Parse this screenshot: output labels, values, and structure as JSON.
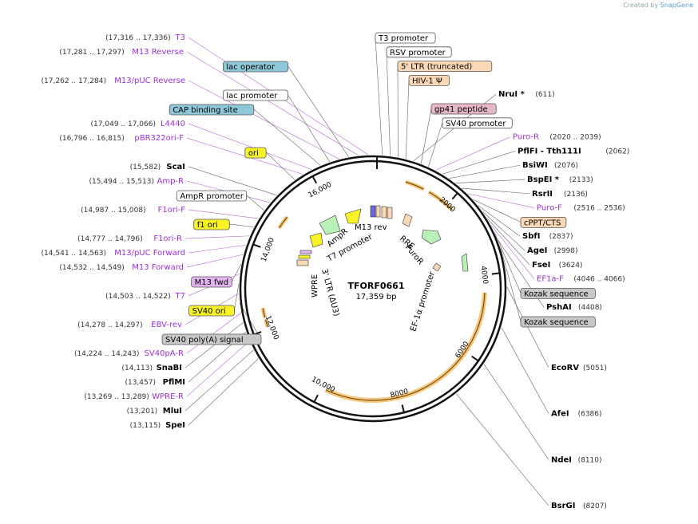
{
  "credit": {
    "prefix": "Created by",
    "brand": "SnapGene"
  },
  "plasmid": {
    "name": "TFORF0661",
    "size": "17,359 bp",
    "length": 17359
  },
  "colors": {
    "feature": "#9b30d9",
    "line_feature": "#c07ad8",
    "line_enzyme": "#777777",
    "promoter_box": "#ffffff",
    "lac_operator": "#8ec7d8",
    "misc_tan": "#fbd8b5",
    "gp41": "#e6b8c6",
    "ori": "#f7f326",
    "m13fwd": "#e2b5f0",
    "kozak": "#c8c8c8",
    "backbone": "#111111",
    "orange_arc": "#f5c77a"
  },
  "ticks": [
    "2000",
    "4000",
    "6000",
    "8000",
    "10,000",
    "12,000",
    "14,000",
    "16,000"
  ],
  "inner_labels": [
    "M13 rev",
    "RRE",
    "PuroR",
    "EF-1α promoter",
    "WPRE",
    "3' LTR (ΔU3)",
    "T7 promoter",
    "AmpR"
  ],
  "left_labels": [
    {
      "kind": "feature",
      "name": "T3",
      "coord": "(17,316 .. 17,336)"
    },
    {
      "kind": "feature",
      "name": "M13 Reverse",
      "coord": "(17,281 .. 17,297)"
    },
    {
      "kind": "box",
      "name": "lac operator",
      "style": "lac_operator"
    },
    {
      "kind": "feature",
      "name": "M13/pUC Reverse",
      "coord": "(17,262 .. 17,284)"
    },
    {
      "kind": "box",
      "name": "lac promoter",
      "style": "promoter_box"
    },
    {
      "kind": "box",
      "name": "CAP binding site",
      "style": "lac_operator"
    },
    {
      "kind": "feature",
      "name": "L4440",
      "coord": "(17,049 .. 17,066)"
    },
    {
      "kind": "feature",
      "name": "pBR322ori-F",
      "coord": "(16,796 .. 16,815)"
    },
    {
      "kind": "box",
      "name": "ori",
      "style": "ori"
    },
    {
      "kind": "enzyme",
      "name": "ScaI",
      "coord": "(15,582)"
    },
    {
      "kind": "feature",
      "name": "Amp-R",
      "coord": "(15,494 .. 15,513)"
    },
    {
      "kind": "box",
      "name": "AmpR promoter",
      "style": "promoter_box"
    },
    {
      "kind": "feature",
      "name": "F1ori-F",
      "coord": "(14,987 .. 15,008)"
    },
    {
      "kind": "box",
      "name": "f1 ori",
      "style": "ori"
    },
    {
      "kind": "feature",
      "name": "F1ori-R",
      "coord": "(14,777 .. 14,796)"
    },
    {
      "kind": "feature",
      "name": "M13/pUC Forward",
      "coord": "(14,541 .. 14,563)"
    },
    {
      "kind": "feature",
      "name": "M13 Forward",
      "coord": "(14,532 .. 14,549)"
    },
    {
      "kind": "box",
      "name": "M13 fwd",
      "style": "m13fwd"
    },
    {
      "kind": "feature",
      "name": "T7",
      "coord": "(14,503 .. 14,522)"
    },
    {
      "kind": "box",
      "name": "SV40 ori",
      "style": "ori"
    },
    {
      "kind": "feature",
      "name": "EBV-rev",
      "coord": "(14,278 .. 14,297)"
    },
    {
      "kind": "box",
      "name": "SV40 poly(A) signal",
      "style": "kozak"
    },
    {
      "kind": "feature",
      "name": "SV40pA-R",
      "coord": "(14,224 .. 14,243)"
    },
    {
      "kind": "enzyme",
      "name": "SnaBI",
      "coord": "(14,113)"
    },
    {
      "kind": "enzyme",
      "name": "PflMI",
      "coord": "(13,457)"
    },
    {
      "kind": "feature",
      "name": "WPRE-R",
      "coord": "(13,269 .. 13,289)"
    },
    {
      "kind": "enzyme",
      "name": "MluI",
      "coord": "(13,201)"
    },
    {
      "kind": "enzyme",
      "name": "SpeI",
      "coord": "(13,115)"
    }
  ],
  "right_labels": [
    {
      "kind": "box",
      "name": "T3 promoter",
      "style": "promoter_box"
    },
    {
      "kind": "box",
      "name": "RSV promoter",
      "style": "promoter_box"
    },
    {
      "kind": "box",
      "name": "5' LTR (truncated)",
      "style": "misc_tan"
    },
    {
      "kind": "box",
      "name": "HIV-1 Ψ",
      "style": "misc_tan"
    },
    {
      "kind": "enzyme",
      "name": "NruI *",
      "coord": "(611)"
    },
    {
      "kind": "box",
      "name": "gp41 peptide",
      "style": "gp41"
    },
    {
      "kind": "box",
      "name": "SV40 promoter",
      "style": "promoter_box"
    },
    {
      "kind": "feature",
      "name": "Puro-R",
      "coord": "(2020 .. 2039)"
    },
    {
      "kind": "enzyme",
      "name": "PflFI",
      "suffix": "- Tth111I",
      "coord": "(2062)"
    },
    {
      "kind": "enzyme",
      "name": "BsiWI",
      "coord": "(2076)"
    },
    {
      "kind": "enzyme",
      "name": "BspEI *",
      "coord": "(2133)"
    },
    {
      "kind": "enzyme",
      "name": "RsrII",
      "coord": "(2136)"
    },
    {
      "kind": "feature",
      "name": "Puro-F",
      "coord": "(2516 .. 2536)"
    },
    {
      "kind": "box",
      "name": "cPPT/CTS",
      "style": "misc_tan"
    },
    {
      "kind": "enzyme",
      "name": "SbfI",
      "coord": "(2837)"
    },
    {
      "kind": "enzyme",
      "name": "AgeI",
      "coord": "(2998)"
    },
    {
      "kind": "enzyme",
      "name": "FseI",
      "coord": "(3624)"
    },
    {
      "kind": "feature",
      "name": "EF1a-F",
      "coord": "(4046 .. 4066)"
    },
    {
      "kind": "box",
      "name": "Kozak sequence",
      "style": "kozak"
    },
    {
      "kind": "enzyme",
      "name": "PshAI",
      "coord": "(4408)"
    },
    {
      "kind": "box",
      "name": "Kozak sequence",
      "style": "kozak"
    },
    {
      "kind": "enzyme",
      "name": "EcoRV",
      "coord": "(5051)"
    },
    {
      "kind": "enzyme",
      "name": "AfeI",
      "coord": "(6386)"
    },
    {
      "kind": "enzyme",
      "name": "NdeI",
      "coord": "(8110)"
    },
    {
      "kind": "enzyme",
      "name": "BsrGI",
      "coord": "(8207)"
    }
  ]
}
